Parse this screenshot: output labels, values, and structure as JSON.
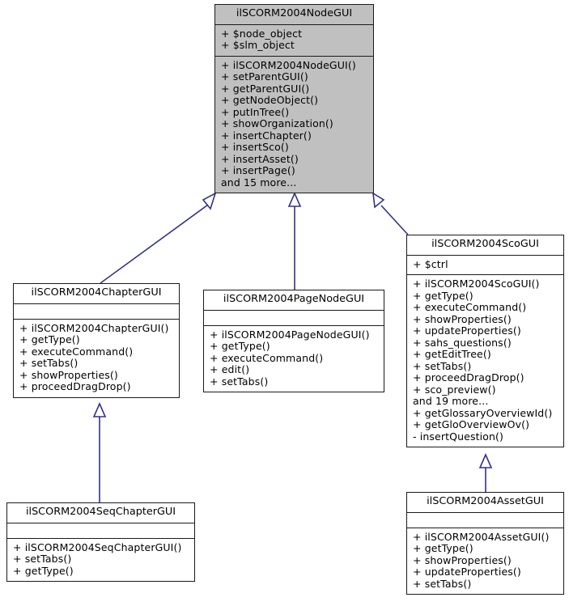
{
  "diagram": {
    "type": "uml-class-inheritance-diagram",
    "background_color": "#ffffff",
    "edge_color": "#33337f",
    "root_fill_color": "#c0c0c0",
    "border_color": "#1a1a1a"
  },
  "classes": {
    "node_gui": {
      "name": "ilSCORM2004NodeGUI",
      "attributes": [
        "+ $node_object",
        "+ $slm_object"
      ],
      "operations": [
        "+ ilSCORM2004NodeGUI()",
        "+ setParentGUI()",
        "+ getParentGUI()",
        "+ getNodeObject()",
        "+ putInTree()",
        "+ showOrganization()",
        "+ insertChapter()",
        "+ insertSco()",
        "+ insertAsset()",
        "+ insertPage()",
        "and 15 more..."
      ]
    },
    "chapter_gui": {
      "name": "ilSCORM2004ChapterGUI",
      "attributes": [],
      "operations": [
        "+ ilSCORM2004ChapterGUI()",
        "+ getType()",
        "+ executeCommand()",
        "+ setTabs()",
        "+ showProperties()",
        "+ proceedDragDrop()"
      ]
    },
    "page_node_gui": {
      "name": "ilSCORM2004PageNodeGUI",
      "attributes": [],
      "operations": [
        "+ ilSCORM2004PageNodeGUI()",
        "+ getType()",
        "+ executeCommand()",
        "+ edit()",
        "+ setTabs()"
      ]
    },
    "sco_gui": {
      "name": "ilSCORM2004ScoGUI",
      "attributes": [
        "+ $ctrl"
      ],
      "operations": [
        "+ ilSCORM2004ScoGUI()",
        "+ getType()",
        "+ executeCommand()",
        "+ showProperties()",
        "+ updateProperties()",
        "+ sahs_questions()",
        "+ getEditTree()",
        "+ setTabs()",
        "+ proceedDragDrop()",
        "+ sco_preview()",
        "and 19 more...",
        "+ getGlossaryOverviewId()",
        "+ getGloOverviewOv()",
        "- insertQuestion()"
      ]
    },
    "seq_chapter_gui": {
      "name": "ilSCORM2004SeqChapterGUI",
      "attributes": [],
      "operations": [
        "+ ilSCORM2004SeqChapterGUI()",
        "+ setTabs()",
        "+ getType()"
      ]
    },
    "asset_gui": {
      "name": "ilSCORM2004AssetGUI",
      "attributes": [],
      "operations": [
        "+ ilSCORM2004AssetGUI()",
        "+ getType()",
        "+ showProperties()",
        "+ updateProperties()",
        "+ setTabs()"
      ]
    }
  },
  "relations": [
    {
      "name": "chapter-gui-inherits-node-gui",
      "from": "chapter_gui",
      "to": "node_gui",
      "kind": "generalization"
    },
    {
      "name": "page-node-gui-inherits-node-gui",
      "from": "page_node_gui",
      "to": "node_gui",
      "kind": "generalization"
    },
    {
      "name": "sco-gui-inherits-node-gui",
      "from": "sco_gui",
      "to": "node_gui",
      "kind": "generalization"
    },
    {
      "name": "seq-chapter-gui-inherits-chapter-gui",
      "from": "seq_chapter_gui",
      "to": "chapter_gui",
      "kind": "generalization"
    },
    {
      "name": "asset-gui-inherits-sco-gui",
      "from": "asset_gui",
      "to": "sco_gui",
      "kind": "generalization"
    }
  ]
}
